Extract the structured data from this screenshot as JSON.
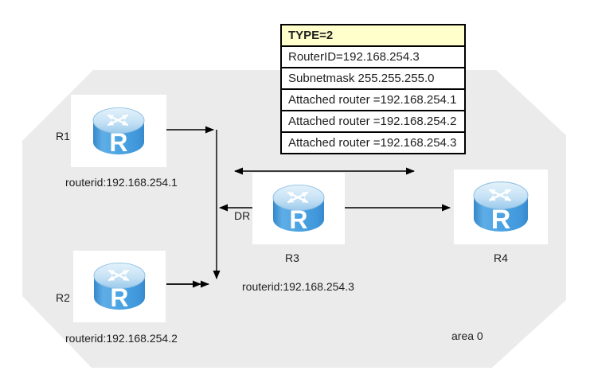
{
  "diagram_type": "OSPF network LSA diagram",
  "area": {
    "label": "area 0"
  },
  "lsa_table": {
    "header": "TYPE=2",
    "rows": [
      "RouterID=192.168.254.3",
      "Subnetmask 255.255.255.0",
      "Attached router =192.168.254.1",
      "Attached router =192.168.254.2",
      "Attached router =192.168.254.3"
    ]
  },
  "routers": {
    "r1": {
      "label": "R1",
      "routerid": "routerid:192.168.254.1"
    },
    "r2": {
      "label": "R2",
      "routerid": "routerid:192.168.254.2"
    },
    "r3": {
      "label": "R3",
      "routerid": "routerid:192.168.254.3",
      "role": "DR"
    },
    "r4": {
      "label": "R4"
    }
  },
  "colors": {
    "area_fill": "#ebebeb",
    "table_header_bg": "#ffffcc",
    "table_border": "#000000",
    "line_color": "#000000",
    "router_body_blue": "#4aa3e2",
    "router_top_blue": "#c6e2f5"
  }
}
